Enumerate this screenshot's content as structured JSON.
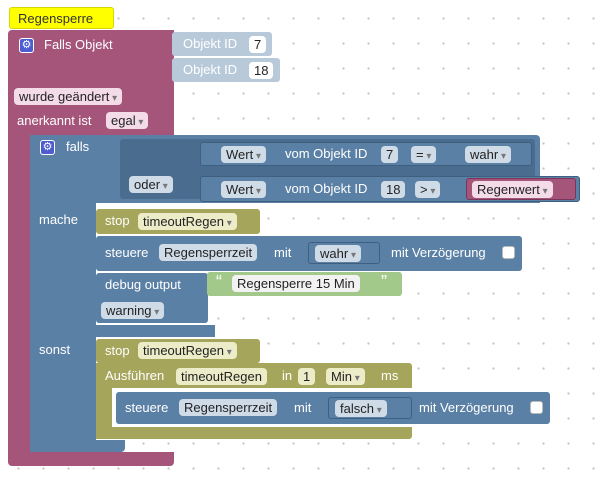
{
  "colors": {
    "comment": "#ffff00",
    "trigger": "#a5547a",
    "trigger_dark": "#8a3f63",
    "id_pill": "#b8cad9",
    "logic": "#5b80a5",
    "logic_dark": "#4a6c8e",
    "timeout": "#a5a55b",
    "value_block": "#5b80a5",
    "compare_pill": "#a5547a",
    "string_block": "#a3c98a"
  },
  "comment_label": "Regensperre",
  "trigger": {
    "gear_icon": "gear-icon",
    "title": "Falls Objekt",
    "object_ids": [
      {
        "label": "Objekt ID",
        "value": "7"
      },
      {
        "label": "Objekt ID",
        "value": "18"
      }
    ],
    "changed_dropdown": "wurde geändert",
    "ack_label": "anerkannt ist",
    "ack_dropdown": "egal"
  },
  "if_block": {
    "gear_icon": "gear-icon",
    "if_label": "falls",
    "or_dropdown": "oder",
    "cond1": {
      "value_dropdown": "Wert",
      "of_object": "vom Objekt ID",
      "object_id": "7",
      "operator": "=",
      "bool_dropdown": "wahr"
    },
    "cond2": {
      "value_dropdown": "Wert",
      "of_object": "vom Objekt ID",
      "object_id": "18",
      "operator": ">",
      "variable": "Regenwert"
    },
    "do_label": "mache",
    "else_label": "sonst"
  },
  "do_branch": {
    "stop_label": "stop",
    "stop_timeout": "timeoutRegen",
    "control_label": "steuere",
    "control_var": "Regensperrzeit",
    "with_label": "mit",
    "control_value": "wahr",
    "delay_label": "mit Verzögerung",
    "debug_label": "debug output",
    "debug_text": "Regensperre 15 Min",
    "quote_open": "“",
    "quote_close": "”",
    "debug_level": "warning"
  },
  "else_branch": {
    "stop_label": "stop",
    "stop_timeout": "timeoutRegen",
    "exec_label": "Ausführen",
    "exec_timeout": "timeoutRegen",
    "in_label": "in",
    "delay_value": "1",
    "unit_dropdown": "Min",
    "ms_label": "ms",
    "control_label": "steuere",
    "control_var": "Regensperrzeit",
    "with_label": "mit",
    "control_value": "falsch",
    "delay_label": "mit Verzögerung"
  }
}
